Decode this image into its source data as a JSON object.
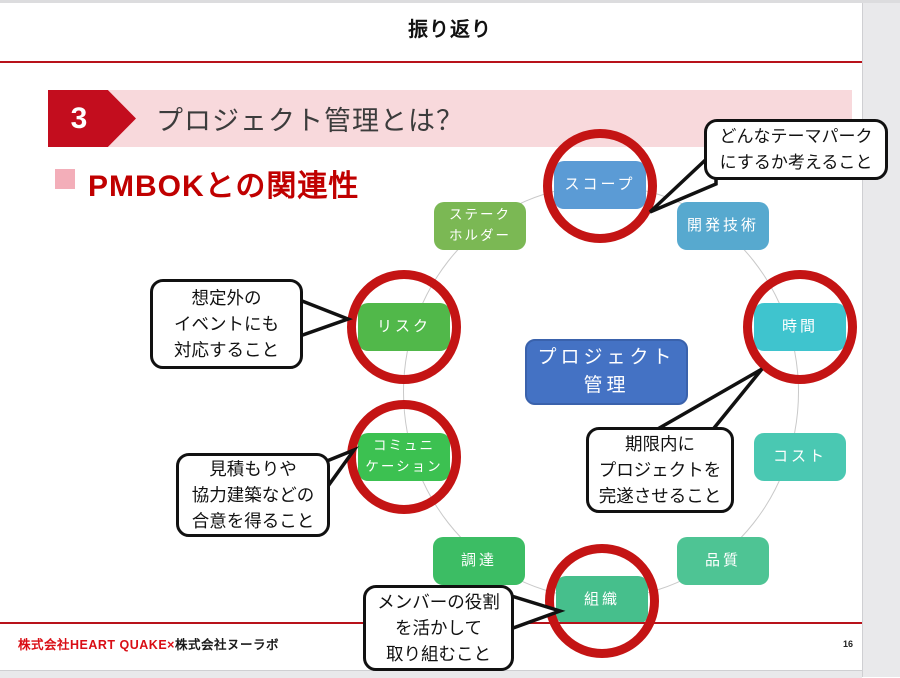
{
  "slide": {
    "header": {
      "title": "振り返り"
    },
    "banner": {
      "number": "3",
      "title": "プロジェクト管理とは？"
    },
    "heading": {
      "text": "PMBOKとの関連性"
    },
    "diagram": {
      "center": {
        "lines": [
          "プロジェクト",
          "管理"
        ],
        "color": "#4472C4"
      },
      "ring_color": "#C9C9C9",
      "highlight_color": "#C41414",
      "nodes": [
        {
          "name": "scope",
          "lines": [
            "スコープ"
          ],
          "color": "#5B9BD5",
          "highlighted": true
        },
        {
          "name": "dev-tech",
          "lines": [
            "開発技術"
          ],
          "color": "#57A9CF",
          "highlighted": false
        },
        {
          "name": "time",
          "lines": [
            "時間"
          ],
          "color": "#3FC4CE",
          "highlighted": true
        },
        {
          "name": "cost",
          "lines": [
            "コスト"
          ],
          "color": "#4AC8B2",
          "highlighted": false
        },
        {
          "name": "quality",
          "lines": [
            "品質"
          ],
          "color": "#4EC494",
          "highlighted": false
        },
        {
          "name": "organization",
          "lines": [
            "組織"
          ],
          "color": "#46BF8C",
          "highlighted": true
        },
        {
          "name": "procurement",
          "lines": [
            "調達"
          ],
          "color": "#3CBD64",
          "highlighted": false
        },
        {
          "name": "communication",
          "lines": [
            "コミュニ",
            "ケーション"
          ],
          "color": "#3CC151",
          "highlighted": true
        },
        {
          "name": "risk",
          "lines": [
            "リスク"
          ],
          "color": "#51B84A",
          "highlighted": true
        },
        {
          "name": "stakeholder",
          "lines": [
            "ステーク",
            "ホルダー"
          ],
          "color": "#7BB854",
          "highlighted": false
        }
      ]
    },
    "bubbles": [
      {
        "name": "scope-note",
        "lines": [
          "どんなテーマパーク",
          "にするか考えること"
        ]
      },
      {
        "name": "risk-note",
        "lines": [
          "想定外の",
          "イベントにも",
          "対応すること"
        ]
      },
      {
        "name": "time-note",
        "lines": [
          "期限内に",
          "プロジェクトを",
          "完遂させること"
        ]
      },
      {
        "name": "communication-note",
        "lines": [
          "見積もりや",
          "協力建築などの",
          "合意を得ること"
        ]
      },
      {
        "name": "organization-note",
        "lines": [
          "メンバーの役割",
          "を活かして",
          "取り組むこと"
        ]
      }
    ],
    "footer": {
      "company_red": "株式会社HEART QUAKE×",
      "company_black": "株式会社ヌーラボ",
      "page_number": "16"
    },
    "accents": {
      "rule_red": "#B8121A",
      "banner_bg": "#F8D9DC",
      "banner_arrow": "#C30D1E",
      "heading_red": "#C00000",
      "bubble_border": "#111111",
      "footer_red": "#D90E15"
    }
  }
}
